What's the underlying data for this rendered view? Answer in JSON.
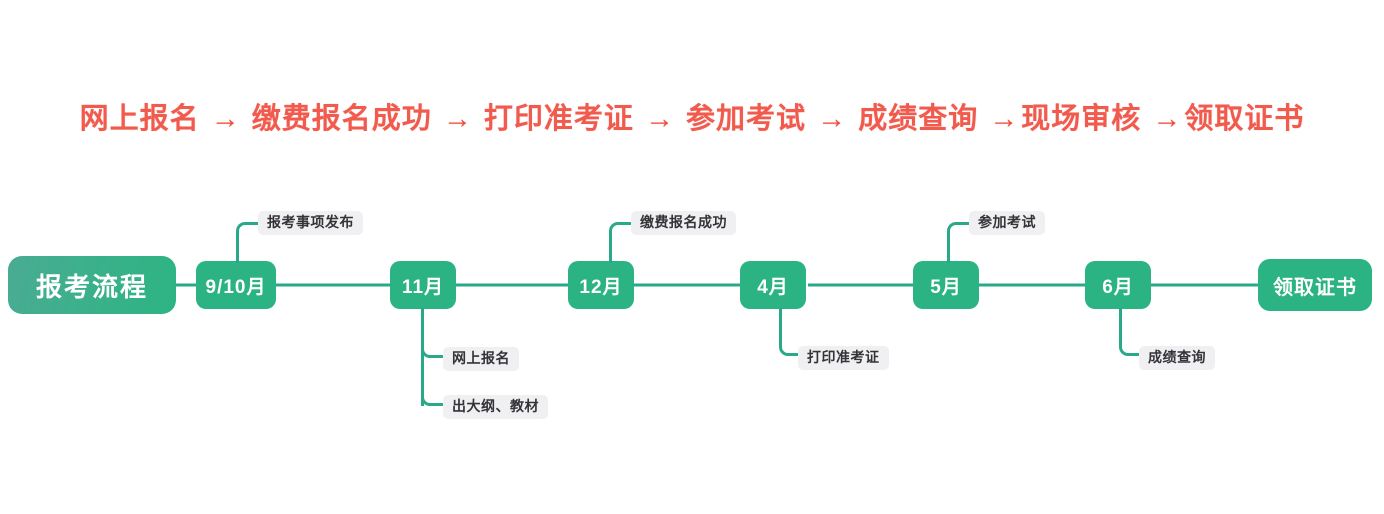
{
  "title": {
    "steps": [
      "网上报名",
      "缴费报名成功",
      "打印准考证",
      "参加考试",
      "成绩查询",
      "现场审核",
      "领取证书"
    ],
    "arrow": "→",
    "color": "#f15b4e"
  },
  "timeline": {
    "rail_color": "#27a98a",
    "node_color": "#2bb383",
    "chip_bg": "#f0f0f2",
    "chip_text_color": "#333338",
    "head": {
      "label": "报考流程"
    },
    "tail": {
      "label": "领取证书"
    },
    "nodes": [
      {
        "label": "9/10月"
      },
      {
        "label": "11月"
      },
      {
        "label": "12月"
      },
      {
        "label": "4月"
      },
      {
        "label": "5月"
      },
      {
        "label": "6月"
      }
    ],
    "annotations": [
      {
        "label": "报考事项发布"
      },
      {
        "label": "网上报名"
      },
      {
        "label": "出大纲、教材"
      },
      {
        "label": "缴费报名成功"
      },
      {
        "label": "打印准考证"
      },
      {
        "label": "参加考试"
      },
      {
        "label": "成绩查询"
      }
    ]
  }
}
